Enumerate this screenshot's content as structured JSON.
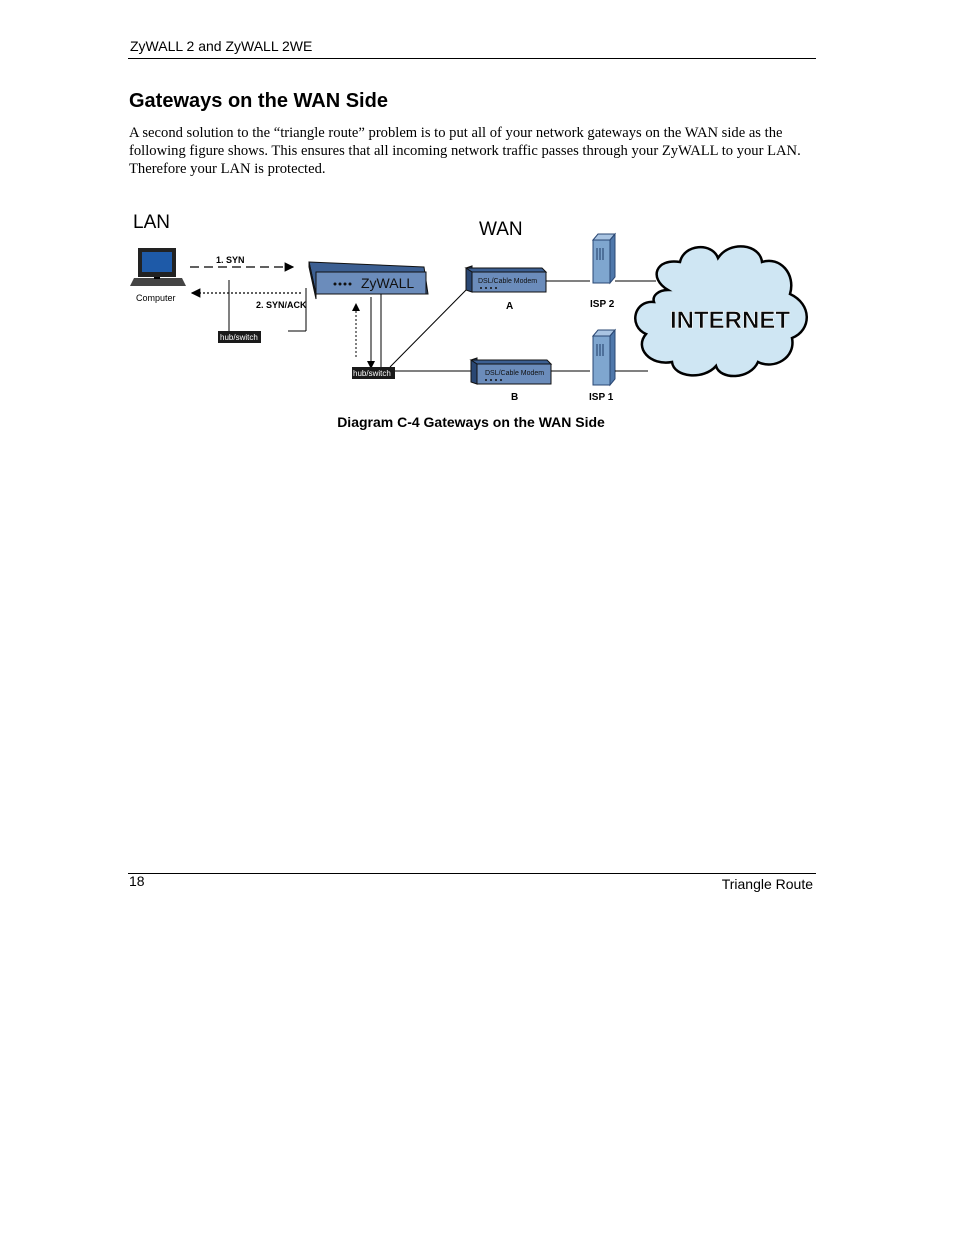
{
  "header": {
    "title": "ZyWALL 2 and ZyWALL 2WE"
  },
  "section": {
    "title": "Gateways on the WAN Side",
    "paragraph": "A second solution to the “triangle route” problem is to put all of your network gateways on the WAN side as the following figure shows. This ensures that all incoming network traffic passes through your ZyWALL to your LAN. Therefore your LAN is protected."
  },
  "figure": {
    "lan_label": "LAN",
    "wan_label": "WAN",
    "computer_label": "Computer",
    "syn_label": "1. SYN",
    "synack_label": "2. SYN/ACK",
    "hub_label_lan": "hub/switch",
    "hub_label_wan": "hub/switch",
    "zywall_label": "ZyWALL",
    "modem_a_label": "DSL/Cable Modem",
    "modem_b_label": "DSL/Cable Modem",
    "modem_a_name": "A",
    "modem_b_name": "B",
    "isp2_label": "ISP 2",
    "isp1_label": "ISP 1",
    "internet_label": "INTERNET",
    "colors": {
      "device_blue": "#5b7fb0",
      "cloud_fill": "#cfe6f3",
      "isp_blue": "#7fa6cf",
      "screen": "#1e5aa8"
    }
  },
  "caption": "Diagram C-4 Gateways on the WAN Side",
  "footer": {
    "page_number": "18",
    "chapter": "Triangle Route"
  }
}
